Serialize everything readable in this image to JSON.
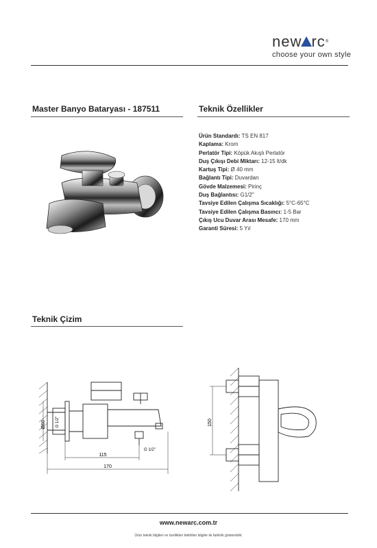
{
  "header": {
    "brand_left": "new",
    "brand_right": "rc",
    "brand_reg": "®",
    "tagline": "choose your own style"
  },
  "product": {
    "title": "Master Banyo Bataryası - 187511"
  },
  "specs": {
    "title": "Teknik Özellikler",
    "items": [
      {
        "label": "Ürün Standardı:",
        "value": "TS EN 817"
      },
      {
        "label": "Kaplama:",
        "value": "Krom"
      },
      {
        "label": "Perlatör Tipi:",
        "value": "Köpük Akışlı Perlatör"
      },
      {
        "label": "Duş Çıkışı Debi Miktarı:",
        "value": "12-15 lt/dk"
      },
      {
        "label": "Kartuş Tipi:",
        "value": "Ø 40 mm"
      },
      {
        "label": "Bağlantı Tipi:",
        "value": "Duvardan"
      },
      {
        "label": "Gövde Malzemesi:",
        "value": "Pirinç"
      },
      {
        "label": "Duş Bağlantısı:",
        "value": "G1/2\""
      },
      {
        "label": "Tavsiye Edilen Çalışma Sıcaklığı:",
        "value": "5°C-65°C"
      },
      {
        "label": "Tavsiye Edilen Çalışma Basıncı:",
        "value": "1-5 Bar"
      },
      {
        "label": "Çıkış Ucu Duvar Arası Mesafe:",
        "value": "170 mm"
      },
      {
        "label": "Garanti Süresi:",
        "value": "5 Yıl"
      }
    ]
  },
  "drawing": {
    "title": "Teknik Çizim",
    "dim_60": "Ø60",
    "dim_thread_left": "G 1/2\"",
    "dim_thread_bottom": "G 1/2\"",
    "dim_115": "115",
    "dim_170": "170",
    "dim_150": "150"
  },
  "footer": {
    "url": "www.newarc.com.tr",
    "note": "Ürün teknik bilgileri ve özellikleri belirtilen bilgiler ile farklılık gösterebilir."
  },
  "colors": {
    "brand_blue": "#2a4fa0",
    "brand_red": "#d8242b"
  }
}
